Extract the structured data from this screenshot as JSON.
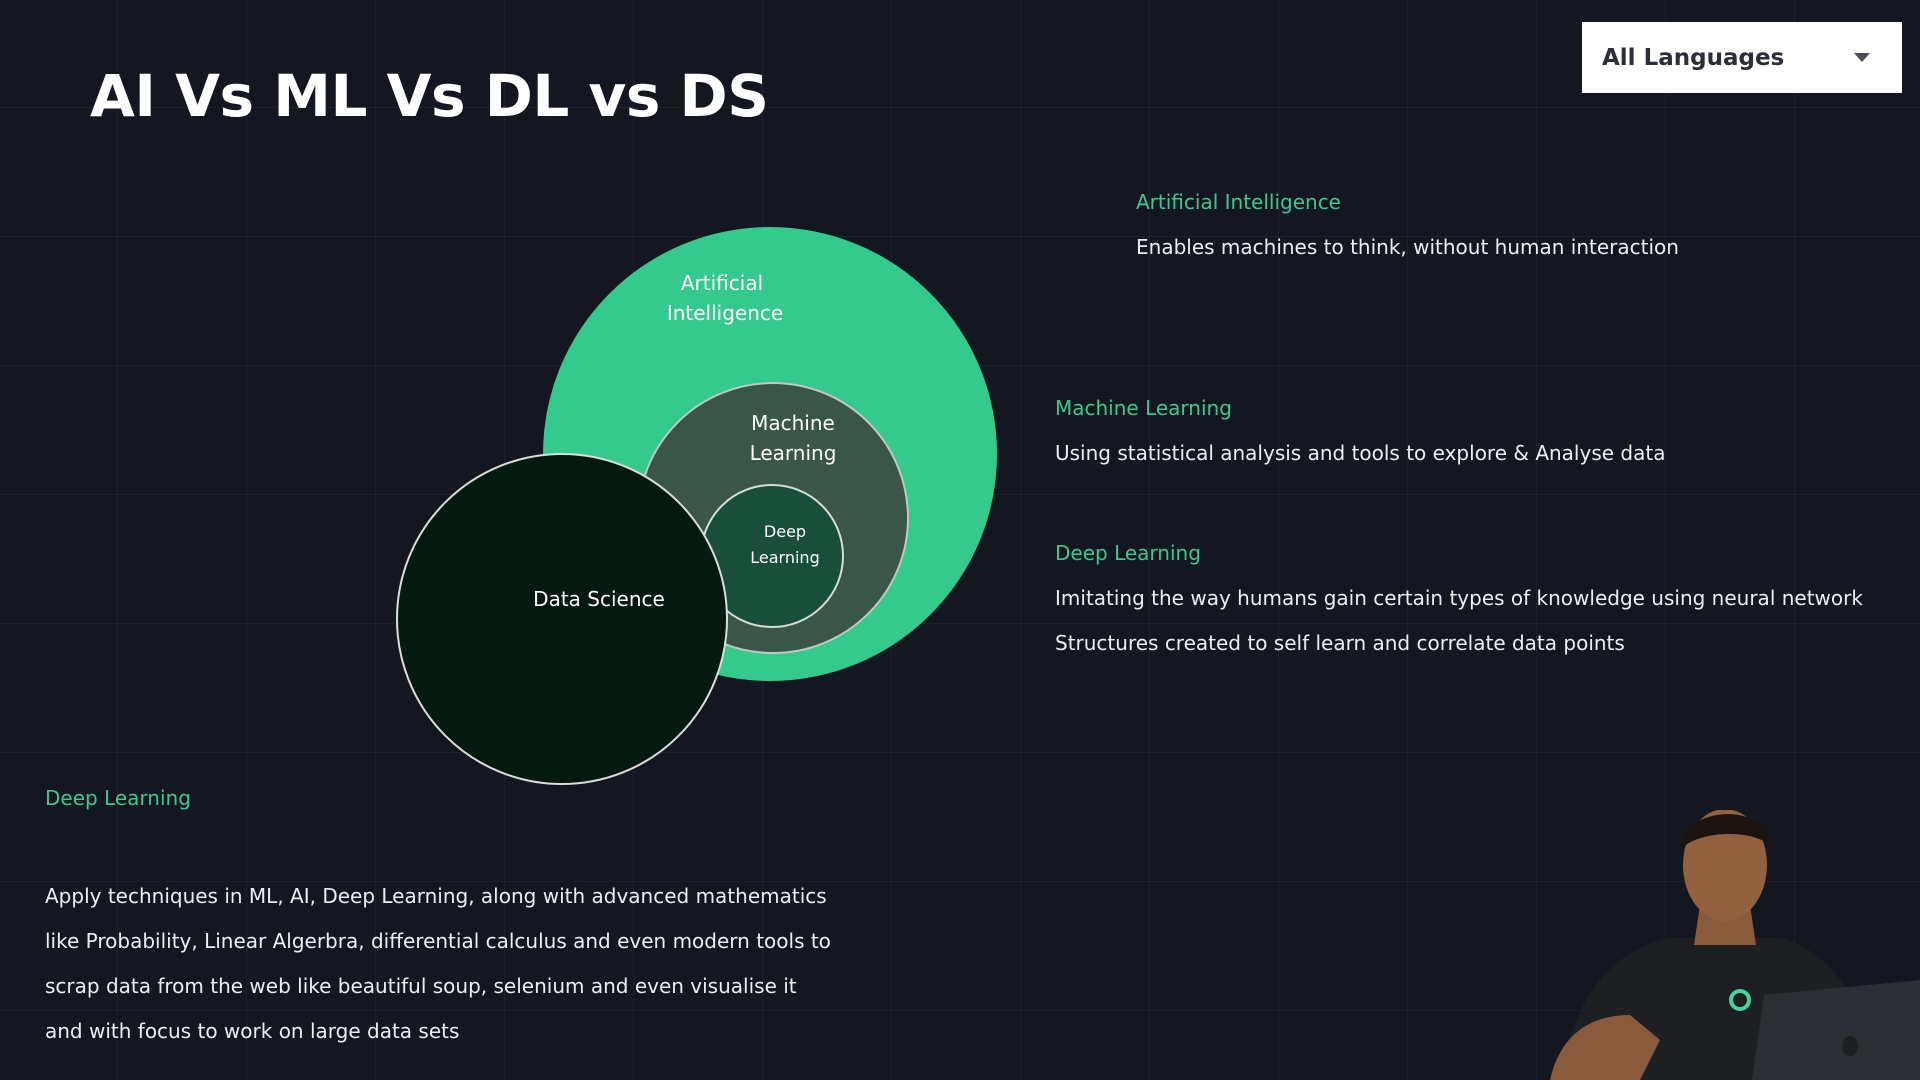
{
  "title": "AI Vs ML Vs DL vs DS",
  "language_select": {
    "selected": "All Languages",
    "icon": "chevron-down-icon"
  },
  "venn": {
    "ai": {
      "line1": "Artificial",
      "line2": "Intelligence",
      "color": "#34c98d"
    },
    "ml": {
      "line1": "Machine",
      "line2": "Learning",
      "color": "#3a5649"
    },
    "dl": {
      "line1": "Deep",
      "line2": "Learning",
      "color": "#184e3a"
    },
    "ds": {
      "label": "Data Science",
      "color": "#04190f"
    }
  },
  "definitions": {
    "ai": {
      "title": "Artificial Intelligence",
      "text": "Enables machines to think, without human interaction"
    },
    "ml": {
      "title": "Machine Learning",
      "text": "Using statistical analysis and tools to explore & Analyse data"
    },
    "dl": {
      "title": "Deep Learning",
      "line1": "Imitating the way humans gain certain types of knowledge using neural network",
      "line2": "Structures created to self learn and correlate data points"
    },
    "bottom": {
      "title": "Deep Learning",
      "lines": [
        "Apply techniques in ML, AI, Deep Learning, along with advanced mathematics",
        "like Probability, Linear Algerbra, differential calculus and even modern tools to",
        "scrap data from the web like beautiful soup, selenium and even visualise it",
        "and with focus to work on large data sets"
      ]
    }
  },
  "colors": {
    "background": "#141720",
    "accent": "#3ac98e"
  }
}
